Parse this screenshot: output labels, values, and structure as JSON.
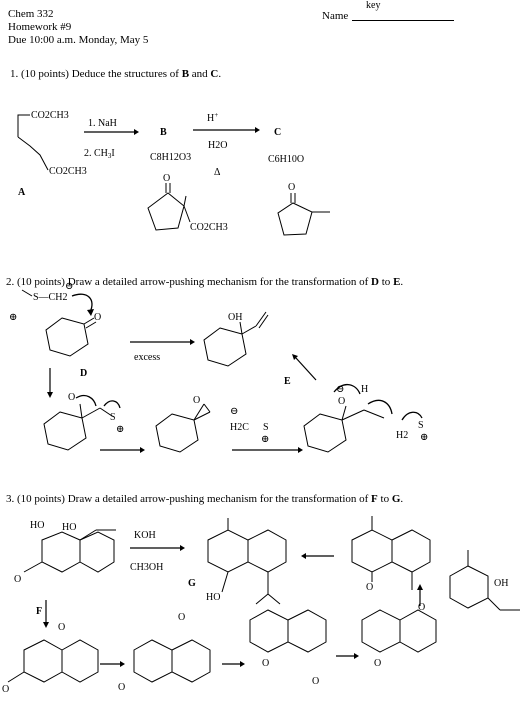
{
  "header": {
    "course": "Chem 332",
    "homework": "Homework #9",
    "due": "Due 10:00 a.m. Monday, May 5",
    "name_label": "Name",
    "key_label": "key"
  },
  "q1": {
    "prompt_pre": "1.  (10 points) Deduce the structures of ",
    "B": "B",
    "and": " and ",
    "C": "C",
    "dot": ".",
    "reagent1": "1. NaH",
    "reagent2": "2. CH",
    "reagent2_sub": "3",
    "reagent2_tail": "I",
    "label_A": "A",
    "label_B": "B",
    "label_C": "C",
    "formula_B": "C8H12O3",
    "formula_C": "C6H10O",
    "acid": "H",
    "acid_sup": "+",
    "water": "H2O",
    "heat": "Δ",
    "ester_top": "CO2CH3",
    "ester_bottom": "CO2CH3",
    "ester_product": "CO2CH3",
    "ketone_O": "O"
  },
  "q2": {
    "prompt_pre": "2.  (10 points)  Draw a detailed arrow-pushing mechanism for the transformation of  ",
    "D": "D",
    "to": " to ",
    "E": "E",
    "dot": ".",
    "ylide": "S—CH2",
    "excess": "excess",
    "label_D": "D",
    "label_E": "E",
    "OH": "OH",
    "O_minus": "O",
    "S": "S",
    "H": "H",
    "H2": "H2",
    "H2C": "H2C",
    "plus": "⊕",
    "minus": "⊖",
    "ketone_O": "O"
  },
  "q3": {
    "prompt_pre": "3.  (10 points)  Draw a detailed arrow-pushing mechanism for the transformation of  ",
    "F": "F",
    "to": " to ",
    "G": "G",
    "dot": ".",
    "HO_left": "HO",
    "HO_right": "HO",
    "KOH": "KOH",
    "MeOH": "CH3OH",
    "label_F": "F",
    "label_G": "G",
    "HO_G": "HO",
    "OH": "OH",
    "O": "O"
  }
}
